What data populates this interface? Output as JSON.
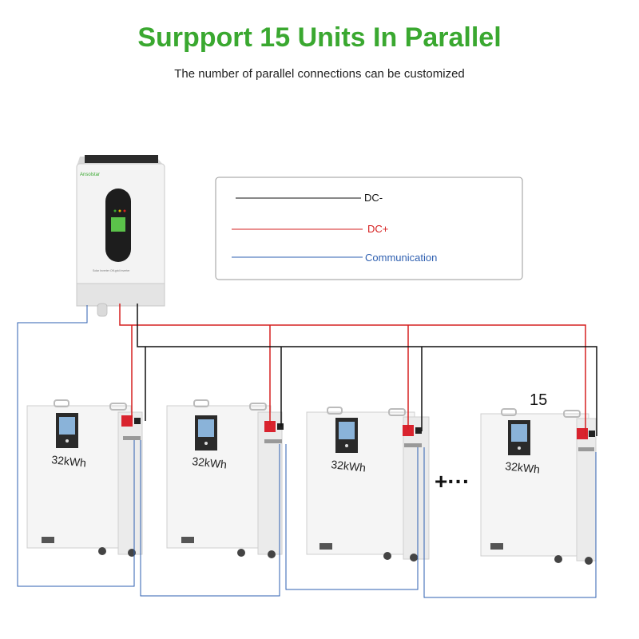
{
  "header": {
    "title": "Surpport 15 Units In Parallel",
    "subtitle": "The number of parallel connections can be customized"
  },
  "inverter": {
    "brand": "Ansolstar",
    "model_text": "Solar Inverter Off-grid Inverter"
  },
  "legend": {
    "items": [
      {
        "label": "DC-",
        "color": "#111111"
      },
      {
        "label": "DC+",
        "color": "#d62020"
      },
      {
        "label": "Communication",
        "color": "#2e5fb0"
      }
    ]
  },
  "batteries": {
    "capacity_label": "32kWh",
    "unit_count_label": "15",
    "ellipsis_label": "+···"
  },
  "colors": {
    "title_green": "#3aa830",
    "dc_negative": "#111111",
    "dc_positive": "#d62020",
    "communication": "#2e5fb0",
    "terminal_red": "#d9232e"
  }
}
